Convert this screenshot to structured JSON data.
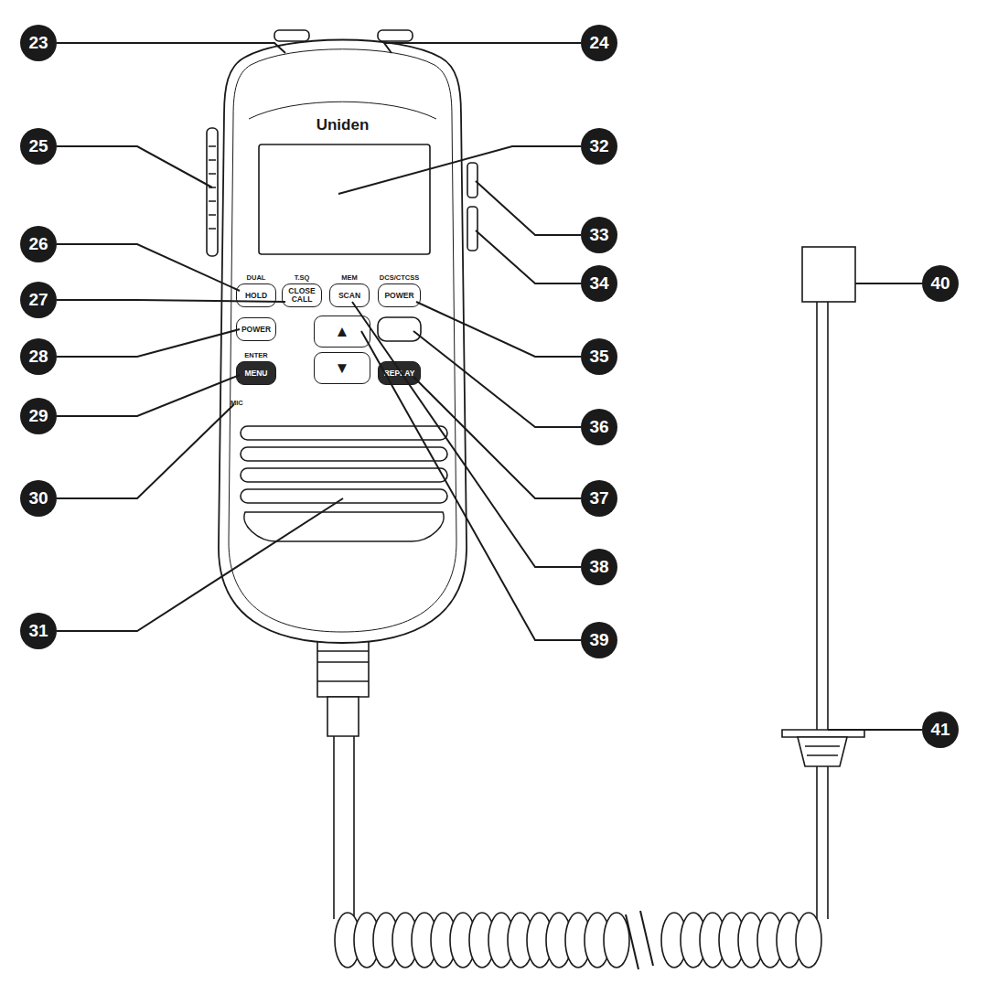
{
  "diagram": {
    "nodes": [
      {
        "text": [
          "Uniden",
          "MIC"
        ]
      },
      {
        "text": [
          "DUAL",
          "HOLD"
        ],
        "in": 0
      },
      {
        "text": [
          "T.SQ",
          "CLOSE CALL"
        ],
        "in": 0
      },
      {
        "text": [
          "MEM",
          "SCAN"
        ],
        "in": 0
      },
      {
        "text": [
          "DCS/CTCSS",
          "POWER"
        ],
        "in": 0
      },
      {
        "text": [
          "POWER"
        ],
        "in": 0
      },
      {
        "text": [
          "ENTER",
          "MENU"
        ],
        "in": 0
      },
      {
        "text": [
          "▲"
        ],
        "in": 0
      },
      {
        "text": [
          "▼"
        ],
        "in": 0
      },
      {
        "text": [
          "REPLAY"
        ],
        "in": 0
      }
    ],
    "labels": [
      "23",
      "24",
      "25",
      "26",
      "27",
      "28",
      "29",
      "30",
      "31",
      "32",
      "33",
      "34",
      "35",
      "36",
      "37",
      "38",
      "39",
      "40",
      "41"
    ]
  }
}
